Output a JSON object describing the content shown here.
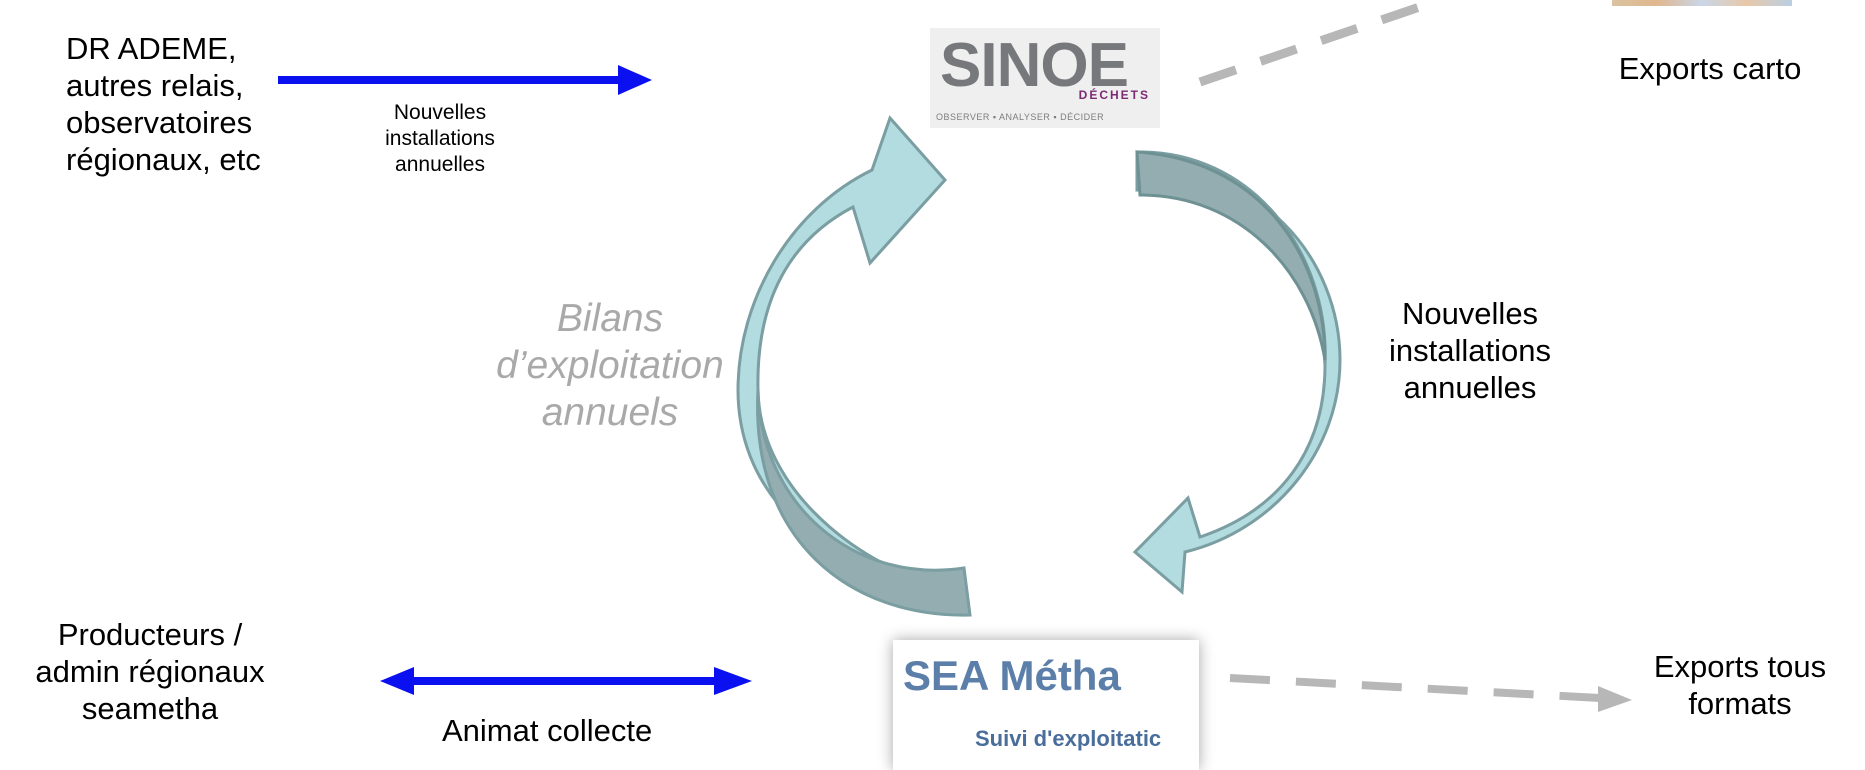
{
  "labels": {
    "sources": [
      "DR ADEME,",
      "autres relais,",
      "observatoires",
      "régionaux, etc"
    ],
    "top_arrow_label": [
      "Nouvelles",
      "installations",
      "annuelles"
    ],
    "left_cycle": [
      "Bilans",
      "d’exploitation",
      "annuels"
    ],
    "right_cycle": [
      "Nouvelles",
      "installations",
      "annuelles"
    ],
    "exports_carto": "Exports carto",
    "producteurs": [
      "Producteurs /",
      "admin régionaux",
      "seametha"
    ],
    "animat": "Animat collecte",
    "exports_tous": [
      "Exports tous",
      "formats"
    ]
  },
  "logos": {
    "sinoe": {
      "word": "SINOE",
      "sub": "DÉCHETS",
      "tagline": "OBSERVER ▪ ANALYSER ▪ DÉCIDER"
    },
    "sea": {
      "title": "SEA Métha",
      "subtitle": "Suivi d'exploitatic"
    }
  },
  "colors": {
    "blue_arrow": "#0b10f0",
    "dashed_arrow": "#b7b7b7",
    "cycle_light": "#b3dce0",
    "cycle_dark": "#93adb0",
    "cycle_stroke": "#6e9194",
    "italic_gray": "#a9a9a9"
  }
}
